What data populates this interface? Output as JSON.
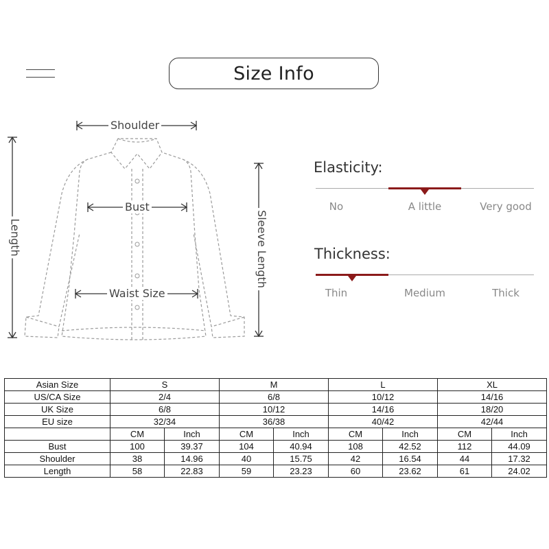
{
  "header": {
    "title": "Size Info"
  },
  "diagram": {
    "labels": {
      "shoulder": "Shoulder",
      "bust": "Bust",
      "waist": "Waist Size",
      "length": "Length",
      "sleeve": "Sleeve Length"
    }
  },
  "scales": {
    "elasticity": {
      "title": "Elasticity:",
      "options": [
        "No",
        "A little",
        "Very good"
      ],
      "selected_index": 1,
      "accent": "#8b1a1a"
    },
    "thickness": {
      "title": "Thickness:",
      "options": [
        "Thin",
        "Medium",
        "Thick"
      ],
      "selected_index": 0,
      "accent": "#8b1a1a"
    }
  },
  "table": {
    "size_rows": [
      {
        "label": "Asian Size",
        "values": [
          "S",
          "M",
          "L",
          "XL"
        ]
      },
      {
        "label": "US/CA Size",
        "values": [
          "2/4",
          "6/8",
          "10/12",
          "14/16"
        ]
      },
      {
        "label": "UK Size",
        "values": [
          "6/8",
          "10/12",
          "14/16",
          "18/20"
        ]
      },
      {
        "label": "EU size",
        "values": [
          "32/34",
          "36/38",
          "40/42",
          "42/44"
        ]
      }
    ],
    "unit_headers": [
      "CM",
      "Inch"
    ],
    "measure_rows": [
      {
        "label": "Bust",
        "values": [
          "100",
          "39.37",
          "104",
          "40.94",
          "108",
          "42.52",
          "112",
          "44.09"
        ]
      },
      {
        "label": "Shoulder",
        "values": [
          "38",
          "14.96",
          "40",
          "15.75",
          "42",
          "16.54",
          "44",
          "17.32"
        ]
      },
      {
        "label": "Length",
        "values": [
          "58",
          "22.83",
          "59",
          "23.23",
          "60",
          "23.62",
          "61",
          "24.02"
        ]
      }
    ]
  }
}
